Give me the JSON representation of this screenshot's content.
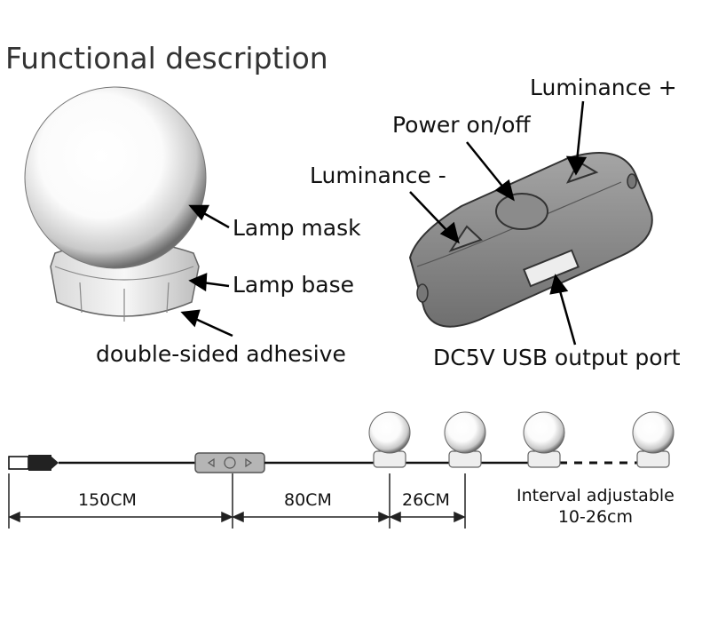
{
  "title": "Functional description",
  "lamp": {
    "mask_label": "Lamp mask",
    "base_label": "Lamp base",
    "adhesive_label": "double-sided adhesive"
  },
  "switch": {
    "power_label": "Power on/off",
    "luminance_plus_label": "Luminance +",
    "luminance_minus_label": "Luminance -",
    "usb_port_label": "DC5V USB output port"
  },
  "strip": {
    "distance_150": "150CM",
    "distance_80": "80CM",
    "distance_26": "26CM",
    "interval_line1": "Interval adjustable",
    "interval_line2": "10-26cm"
  },
  "colors": {
    "switch_body": "#8a8a8a",
    "cable": "#111111",
    "outline": "#555555"
  }
}
